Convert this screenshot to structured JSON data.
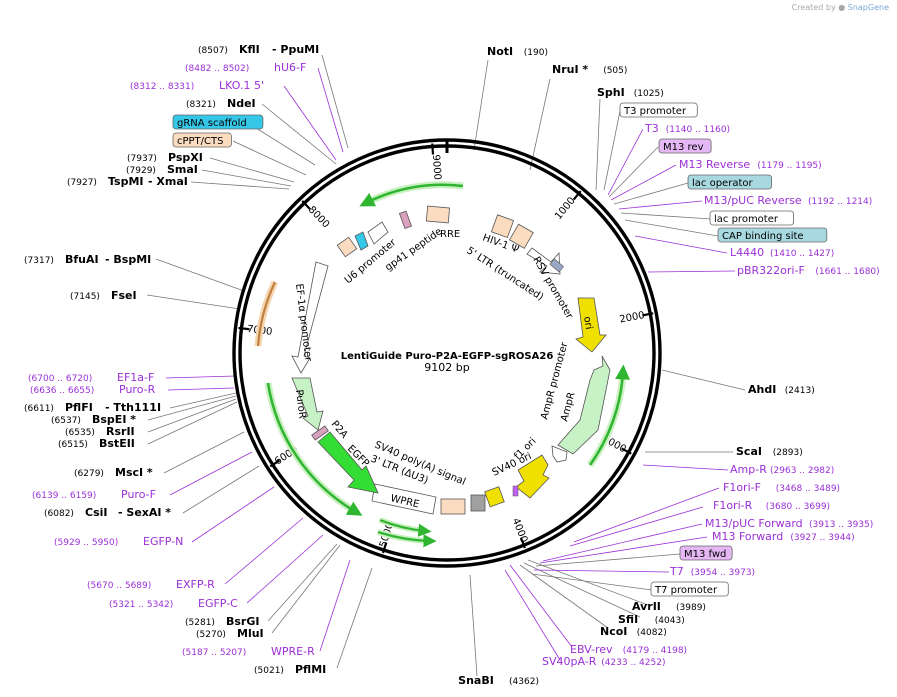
{
  "title": "LentiGuide Puro-P2A-EGFP-sgROSA26",
  "size_label": "9102 bp",
  "watermark": {
    "created_by": "Created by",
    "brand": "SnapGene"
  },
  "colors": {
    "enzyme": "#000000",
    "primer": "#9b2fd6",
    "gene_green": "#2fb52f",
    "ori_yellow": "#f0e000",
    "promoter_white": "#ffffff",
    "cds_light": "#c6f2c6",
    "ltr_peach": "#fcdcc0",
    "blue_feature": "#35c7e8",
    "mauve_feature": "#d9a0c0",
    "purple_box": "#e5b8f5",
    "teal_box": "#a8d8e0"
  },
  "ring_ticks": [
    {
      "bp": 1000,
      "label": "1000"
    },
    {
      "bp": 2000,
      "label": "2000"
    },
    {
      "bp": 3000,
      "label": "3000"
    },
    {
      "bp": 4000,
      "label": "4000"
    },
    {
      "bp": 5000,
      "label": "5000"
    },
    {
      "bp": 6000,
      "label": "6000"
    },
    {
      "bp": 7000,
      "label": "7000"
    },
    {
      "bp": 8000,
      "label": "8000"
    },
    {
      "bp": 9000,
      "label": "9000"
    }
  ],
  "feature_labels": [
    {
      "text": "RRE"
    },
    {
      "text": "HIV-1 Ψ"
    },
    {
      "text": "5' LTR (truncated)"
    },
    {
      "text": "RSV promoter"
    },
    {
      "text": "ori"
    },
    {
      "text": "AmpR promoter"
    },
    {
      "text": "AmpR"
    },
    {
      "text": "f1 ori"
    },
    {
      "text": "SV40 ori"
    },
    {
      "text": "SV40 poly(A) signal"
    },
    {
      "text": "3' LTR (ΔU3)"
    },
    {
      "text": "WPRE"
    },
    {
      "text": "EGFP"
    },
    {
      "text": "P2A"
    },
    {
      "text": "PuroR"
    },
    {
      "text": "EF-1α promoter"
    },
    {
      "text": "U6 promoter"
    },
    {
      "text": "gp41 peptide"
    }
  ],
  "annotations": [
    {
      "pos": "(8507)",
      "name": "KflI",
      "extra": "- PpuMI",
      "kind": "enzyme"
    },
    {
      "pos": "(8482 .. 8502)",
      "name": "hU6-F",
      "kind": "primer"
    },
    {
      "pos": "(8312 .. 8331)",
      "name": "LKO.1 5'",
      "kind": "primer"
    },
    {
      "pos": "(8321)",
      "name": "NdeI",
      "kind": "enzyme"
    },
    {
      "name": "gRNA scaffold",
      "kind": "box_blue"
    },
    {
      "name": "cPPT/CTS",
      "kind": "box_peach"
    },
    {
      "pos": "(7937)",
      "name": "PspXI",
      "kind": "enzyme"
    },
    {
      "pos": "(7929)",
      "name": "SmaI",
      "kind": "enzyme"
    },
    {
      "pos": "(7927)",
      "name": "TspMI",
      "extra": "- XmaI",
      "kind": "enzyme"
    },
    {
      "pos": "(7317)",
      "name": "BfuAI",
      "extra": "- BspMI",
      "kind": "enzyme"
    },
    {
      "pos": "(7145)",
      "name": "FseI",
      "kind": "enzyme"
    },
    {
      "pos": "(6700 .. 6720)",
      "name": "EF1a-F",
      "kind": "primer"
    },
    {
      "pos": "(6636 .. 6655)",
      "name": "Puro-R",
      "kind": "primer"
    },
    {
      "pos": "(6611)",
      "name": "PflFI",
      "extra": "- Tth111I",
      "kind": "enzyme"
    },
    {
      "pos": "(6537)",
      "name": "BspEI *",
      "kind": "enzyme"
    },
    {
      "pos": "(6535)",
      "name": "RsrII",
      "kind": "enzyme"
    },
    {
      "pos": "(6515)",
      "name": "BstEII",
      "kind": "enzyme"
    },
    {
      "pos": "(6279)",
      "name": "MscI *",
      "kind": "enzyme"
    },
    {
      "pos": "(6139 .. 6159)",
      "name": "Puro-F",
      "kind": "primer"
    },
    {
      "pos": "(6082)",
      "name": "CsiI",
      "extra": "- SexAI *",
      "kind": "enzyme"
    },
    {
      "pos": "(5929 .. 5950)",
      "name": "EGFP-N",
      "kind": "primer"
    },
    {
      "pos": "(5670 .. 5689)",
      "name": "EXFP-R",
      "kind": "primer"
    },
    {
      "pos": "(5321 .. 5342)",
      "name": "EGFP-C",
      "kind": "primer"
    },
    {
      "pos": "(5281)",
      "name": "BsrGI",
      "kind": "enzyme"
    },
    {
      "pos": "(5270)",
      "name": "MluI",
      "kind": "enzyme"
    },
    {
      "pos": "(5187 .. 5207)",
      "name": "WPRE-R",
      "kind": "primer"
    },
    {
      "pos": "(5021)",
      "name": "PflMI",
      "kind": "enzyme"
    },
    {
      "name": "SnaBI",
      "pos": "(4362)",
      "kind": "enzyme"
    },
    {
      "name": "NotI",
      "pos": "(190)",
      "kind": "enzyme"
    },
    {
      "name": "NruI *",
      "pos": "(505)",
      "kind": "enzyme"
    },
    {
      "name": "SphI",
      "pos": "(1025)",
      "kind": "enzyme"
    },
    {
      "name": "T3 promoter",
      "kind": "box_white"
    },
    {
      "name": "T3",
      "pos": "(1140 .. 1160)",
      "kind": "primer"
    },
    {
      "name": "M13 rev",
      "kind": "box_purple"
    },
    {
      "name": "M13 Reverse",
      "pos": "(1179 .. 1195)",
      "kind": "primer"
    },
    {
      "name": "lac operator",
      "kind": "box_teal"
    },
    {
      "name": "M13/pUC Reverse",
      "pos": "(1192 .. 1214)",
      "kind": "primer"
    },
    {
      "name": "lac promoter",
      "kind": "box_white"
    },
    {
      "name": "CAP binding site",
      "kind": "box_teal"
    },
    {
      "name": "L4440",
      "pos": "(1410 .. 1427)",
      "kind": "primer"
    },
    {
      "name": "pBR322ori-F",
      "pos": "(1661 .. 1680)",
      "kind": "primer"
    },
    {
      "name": "AhdI",
      "pos": "(2413)",
      "kind": "enzyme"
    },
    {
      "name": "ScaI",
      "pos": "(2893)",
      "kind": "enzyme"
    },
    {
      "name": "Amp-R",
      "pos": "(2963 .. 2982)",
      "kind": "primer"
    },
    {
      "name": "F1ori-F",
      "pos": "(3468 .. 3489)",
      "kind": "primer"
    },
    {
      "name": "F1ori-R",
      "pos": "(3680 .. 3699)",
      "kind": "primer"
    },
    {
      "name": "M13/pUC Forward",
      "pos": "(3913 .. 3935)",
      "kind": "primer"
    },
    {
      "name": "M13 Forward",
      "pos": "(3927 .. 3944)",
      "kind": "primer"
    },
    {
      "name": "M13 fwd",
      "kind": "box_purple"
    },
    {
      "name": "T7",
      "pos": "(3954 .. 3973)",
      "kind": "primer"
    },
    {
      "name": "T7 promoter",
      "kind": "box_white"
    },
    {
      "name": "AvrII",
      "pos": "(3989)",
      "kind": "enzyme"
    },
    {
      "name": "SfiI",
      "pos": "(4043)",
      "kind": "enzyme"
    },
    {
      "name": "NcoI",
      "pos": "(4082)",
      "kind": "enzyme"
    },
    {
      "name": "EBV-rev",
      "pos": "(4179 .. 4198)",
      "kind": "primer"
    },
    {
      "name": "SV40pA-R",
      "pos": "(4233 .. 4252)",
      "kind": "primer"
    }
  ]
}
